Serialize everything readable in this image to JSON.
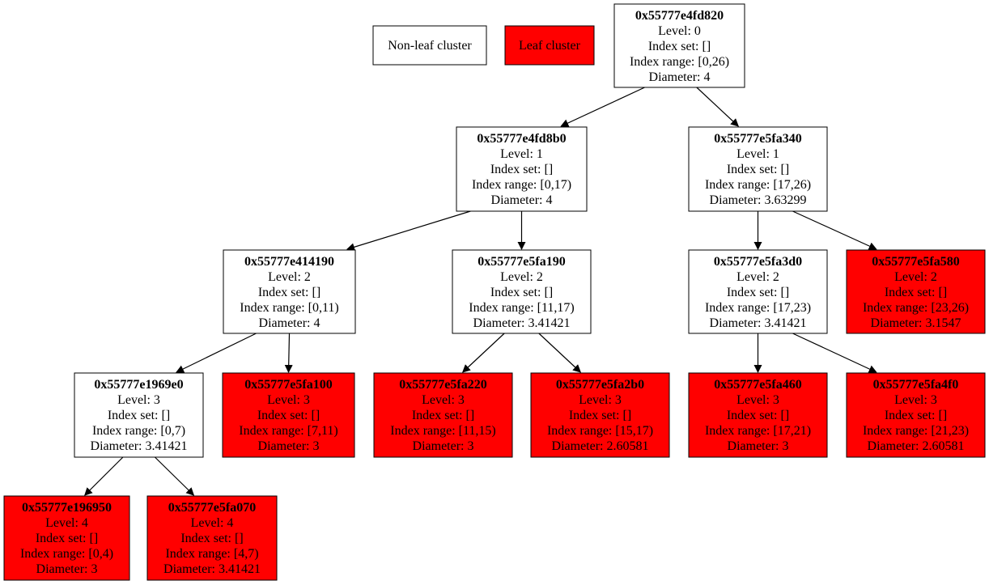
{
  "legend": {
    "non_leaf_label": "Non-leaf cluster",
    "leaf_label": "Leaf cluster"
  },
  "colors": {
    "leaf_fill": "#ff0000",
    "non_leaf_fill": "#ffffff",
    "stroke": "#000000",
    "text": "#000000"
  },
  "nodes": [
    {
      "id": "n0",
      "title": "0x55777e4fd820",
      "level": "Level: 0",
      "index_set": "Index set: []",
      "index_range": "Index range: [0,26)",
      "diameter": "Diameter: 4",
      "leaf": false
    },
    {
      "id": "n1",
      "title": "0x55777e4fd8b0",
      "level": "Level: 1",
      "index_set": "Index set: []",
      "index_range": "Index range: [0,17)",
      "diameter": "Diameter: 4",
      "leaf": false
    },
    {
      "id": "n2",
      "title": "0x55777e5fa340",
      "level": "Level: 1",
      "index_set": "Index set: []",
      "index_range": "Index range: [17,26)",
      "diameter": "Diameter: 3.63299",
      "leaf": false
    },
    {
      "id": "n3",
      "title": "0x55777e414190",
      "level": "Level: 2",
      "index_set": "Index set: []",
      "index_range": "Index range: [0,11)",
      "diameter": "Diameter: 4",
      "leaf": false
    },
    {
      "id": "n4",
      "title": "0x55777e5fa190",
      "level": "Level: 2",
      "index_set": "Index set: []",
      "index_range": "Index range: [11,17)",
      "diameter": "Diameter: 3.41421",
      "leaf": false
    },
    {
      "id": "n5",
      "title": "0x55777e5fa3d0",
      "level": "Level: 2",
      "index_set": "Index set: []",
      "index_range": "Index range: [17,23)",
      "diameter": "Diameter: 3.41421",
      "leaf": false
    },
    {
      "id": "n6",
      "title": "0x55777e5fa580",
      "level": "Level: 2",
      "index_set": "Index set: []",
      "index_range": "Index range: [23,26)",
      "diameter": "Diameter: 3.1547",
      "leaf": true
    },
    {
      "id": "n7",
      "title": "0x55777e1969e0",
      "level": "Level: 3",
      "index_set": "Index set: []",
      "index_range": "Index range: [0,7)",
      "diameter": "Diameter: 3.41421",
      "leaf": false
    },
    {
      "id": "n8",
      "title": "0x55777e5fa100",
      "level": "Level: 3",
      "index_set": "Index set: []",
      "index_range": "Index range: [7,11)",
      "diameter": "Diameter: 3",
      "leaf": true
    },
    {
      "id": "n9",
      "title": "0x55777e5fa220",
      "level": "Level: 3",
      "index_set": "Index set: []",
      "index_range": "Index range: [11,15)",
      "diameter": "Diameter: 3",
      "leaf": true
    },
    {
      "id": "n10",
      "title": "0x55777e5fa2b0",
      "level": "Level: 3",
      "index_set": "Index set: []",
      "index_range": "Index range: [15,17)",
      "diameter": "Diameter: 2.60581",
      "leaf": true
    },
    {
      "id": "n11",
      "title": "0x55777e5fa460",
      "level": "Level: 3",
      "index_set": "Index set: []",
      "index_range": "Index range: [17,21)",
      "diameter": "Diameter: 3",
      "leaf": true
    },
    {
      "id": "n12",
      "title": "0x55777e5fa4f0",
      "level": "Level: 3",
      "index_set": "Index set: []",
      "index_range": "Index range: [21,23)",
      "diameter": "Diameter: 2.60581",
      "leaf": true
    },
    {
      "id": "n13",
      "title": "0x55777e196950",
      "level": "Level: 4",
      "index_set": "Index set: []",
      "index_range": "Index range: [0,4)",
      "diameter": "Diameter: 3",
      "leaf": true
    },
    {
      "id": "n14",
      "title": "0x55777e5fa070",
      "level": "Level: 4",
      "index_set": "Index set: []",
      "index_range": "Index range: [4,7)",
      "diameter": "Diameter: 3.41421",
      "leaf": true
    }
  ],
  "edges": [
    [
      "n0",
      "n1"
    ],
    [
      "n0",
      "n2"
    ],
    [
      "n1",
      "n3"
    ],
    [
      "n1",
      "n4"
    ],
    [
      "n2",
      "n5"
    ],
    [
      "n2",
      "n6"
    ],
    [
      "n3",
      "n7"
    ],
    [
      "n3",
      "n8"
    ],
    [
      "n4",
      "n9"
    ],
    [
      "n4",
      "n10"
    ],
    [
      "n5",
      "n11"
    ],
    [
      "n5",
      "n12"
    ],
    [
      "n7",
      "n13"
    ],
    [
      "n7",
      "n14"
    ]
  ]
}
